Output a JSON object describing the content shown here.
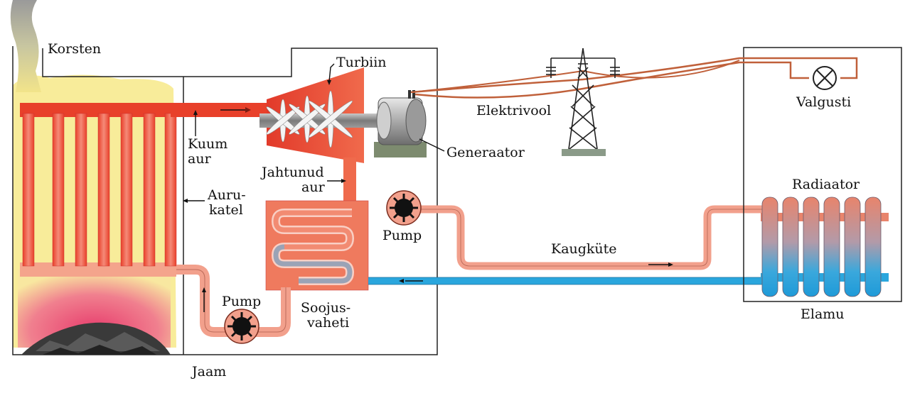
{
  "labels": {
    "chimney": "Korsten",
    "turbine": "Turbiin",
    "hot_steam_1": "Kuum",
    "hot_steam_2": "aur",
    "generator": "Generaator",
    "electric_current": "Elektrivool",
    "lamp": "Valgusti",
    "cooled_steam_1": "Jahtunud",
    "cooled_steam_2": "aur",
    "boiler_1": "Auru-",
    "boiler_2": "katel",
    "pump_top": "Pump",
    "pump_bottom": "Pump",
    "radiator": "Radiaator",
    "district_heating": "Kaugküte",
    "heat_exchanger_1": "Soojus-",
    "heat_exchanger_2": "vaheti",
    "house": "Elamu",
    "station": "Jaam"
  },
  "colors": {
    "hot_steam": "#e8402a",
    "warm_water": "#f2a08c",
    "cold_water": "#2aa6dd",
    "flame_yellow": "#f8ec9a",
    "flame_pink": "#e8436b",
    "wire": "#c0603a",
    "coal": "#333333"
  }
}
